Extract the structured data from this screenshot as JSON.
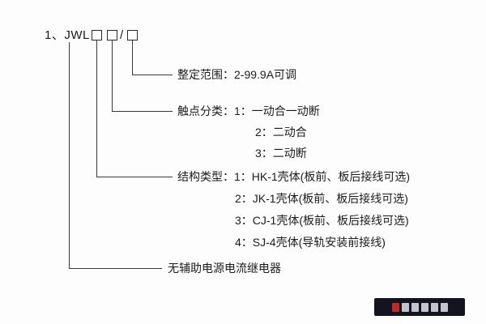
{
  "title": {
    "prefix": "1、JWL -",
    "slash": "/"
  },
  "branches": {
    "range": {
      "label": "整定范围：2-99.9A可调"
    },
    "contact": {
      "label": "触点分类：1：一动合一动断",
      "options": [
        "2：二动合",
        "3：二动断"
      ]
    },
    "structure": {
      "label": "结构类型：1：HK-1壳体(板前、板后接线可选)",
      "options": [
        "2：JK-1壳体(板前、板后接线可选)",
        "3：CJ-1壳体(板前、板后接线可选)",
        "4：SJ-4壳体(导轨安装前接线)"
      ]
    },
    "base": {
      "label": "无辅助电源电流继电器"
    }
  },
  "colors": {
    "line": "#3a3a3a",
    "text": "#1c1c1c",
    "watermark_bg": "#141420"
  }
}
